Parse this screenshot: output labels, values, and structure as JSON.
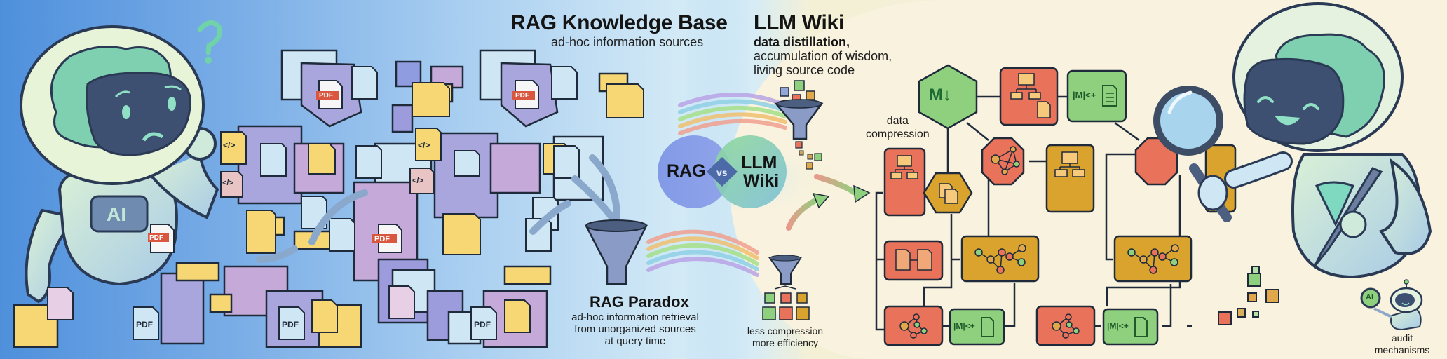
{
  "rag_section": {
    "title": "RAG Knowledge Base",
    "subtitle": "ad-hoc information sources",
    "paradox_title": "RAG Paradox",
    "paradox_lines": [
      "ad-hoc information retrieval",
      "from unorganized sources",
      "at query time"
    ],
    "robot_chest_label": "AI",
    "question_mark": "?",
    "document_labels": [
      "PDF",
      "PDF",
      "PDF",
      "PDF",
      "PDF",
      "PDF",
      "PDF"
    ],
    "code_label": "</>"
  },
  "comparison": {
    "left": "RAG",
    "vs": "vs",
    "right_line1": "LLM",
    "right_line2": "Wiki"
  },
  "wiki_section": {
    "title": "LLM Wiki",
    "subtitle_bold": "data distillation,",
    "subtitle_lines": [
      "accumulation of wisdom,",
      "living source code"
    ],
    "data_compression_lines": [
      "data",
      "compression"
    ],
    "less_compression_lines": [
      "less compression",
      "more efficiency"
    ],
    "audit_lines": [
      "audit",
      "mechanisms"
    ],
    "markdown_label": "M↓_",
    "converter_label": "|M|<+",
    "audit_badge": "AI"
  },
  "colors": {
    "red_node": "#e8725a",
    "green_node": "#8fd07f",
    "amber_node": "#d9a32e",
    "yellow_doc": "#f7d774",
    "lavender": "#a8a6dc",
    "light_blue_doc": "#cfe6f4",
    "outline": "#1f2a3a",
    "rag_circle": "#7f96e6",
    "wiki_circle": "#8fd3a6"
  }
}
